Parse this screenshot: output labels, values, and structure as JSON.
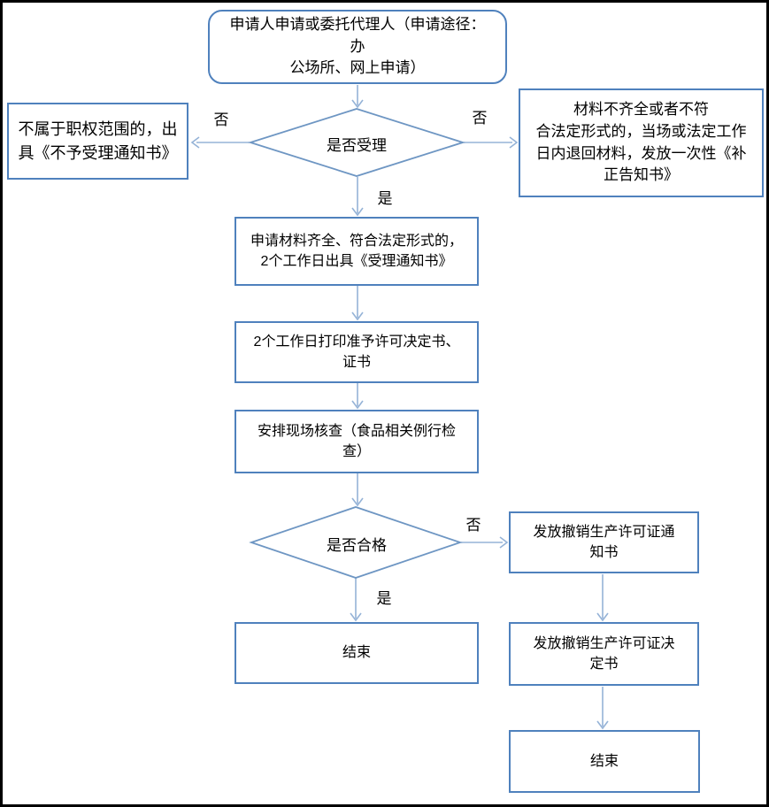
{
  "flowchart": {
    "nodes": {
      "start": {
        "label": "申请人申请或委托代理人（申请途径：办\n公场所、网上申请）"
      },
      "decision_accept": {
        "label": "是否受理"
      },
      "reject": {
        "label": "不属于职权范围的，出\n具《不予受理通知书》"
      },
      "incomplete": {
        "label": "材料不齐全或者不符\n合法定形式的，当场或法定工作\n日内退回材料，发放一次性《补\n正告知书》"
      },
      "accept": {
        "label": "申请材料齐全、符合法定形式的，\n2个工作日出具《受理通知书》"
      },
      "print_license": {
        "label": "2个工作日打印准予许可决定书、\n证书"
      },
      "site_inspection": {
        "label": "安排现场核查（食品相关例行检\n查）"
      },
      "decision_qualified": {
        "label": "是否合格"
      },
      "end_left": {
        "label": "结束"
      },
      "revoke_notice": {
        "label": "发放撤销生产许可证通\n知书"
      },
      "revoke_decision": {
        "label": "发放撤销生产许可证决\n定书"
      },
      "end_right": {
        "label": "结束"
      }
    },
    "edge_labels": {
      "yes": "是",
      "no": "否"
    },
    "colors": {
      "node_border": "#4f81bd",
      "diamond_border": "#6e96c3",
      "connector": "#95b3d7",
      "text": "#000000",
      "frame": "#000000",
      "background": "#ffffff"
    }
  }
}
